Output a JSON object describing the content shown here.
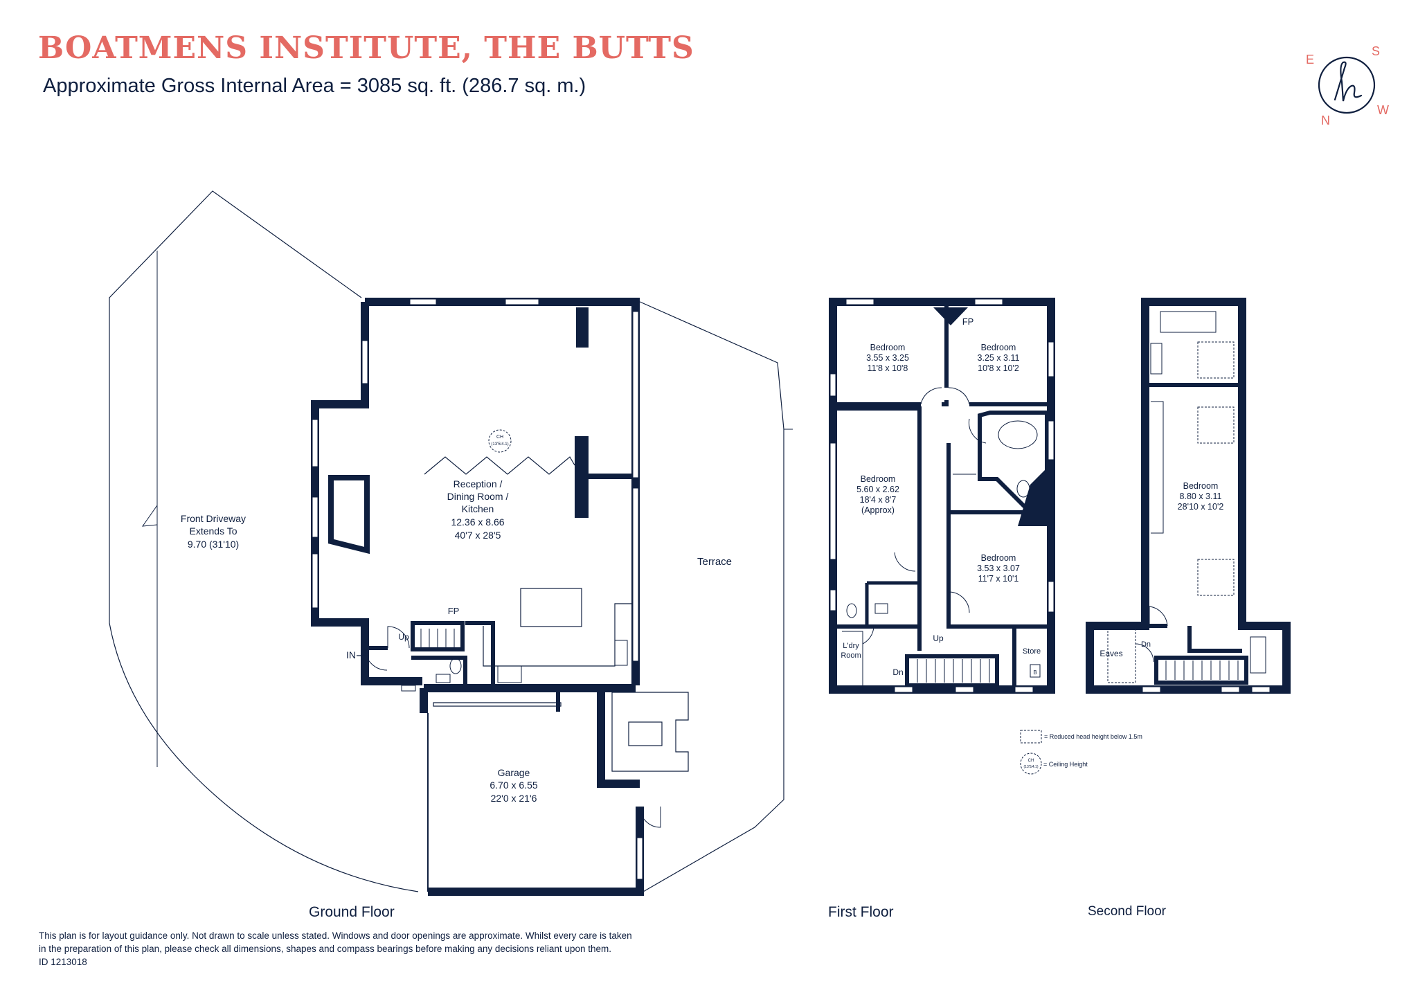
{
  "header": {
    "title": "BOATMENS INSTITUTE, THE BUTTS",
    "area": "Approximate Gross Internal Area  =  3085 sq. ft. (286.7 sq. m.)"
  },
  "compass": {
    "letters": [
      "E",
      "S",
      "N",
      "W"
    ],
    "logo": "h"
  },
  "colors": {
    "accent": "#e46a63",
    "wall": "#0f1f3f",
    "window": "#ffffff"
  },
  "floors": {
    "ground": "Ground Floor",
    "first": "First Floor",
    "second": "Second Floor"
  },
  "ground": {
    "reception": [
      "Reception /",
      "Dining Room /",
      "Kitchen",
      "12.36 x 8.66",
      "40'7 x 28'5"
    ],
    "driveway": [
      "Front Driveway",
      "Extends To",
      "9.70 (31'10)"
    ],
    "garage": [
      "Garage",
      "6.70 x 6.55",
      "22'0 x 21'6"
    ],
    "terrace": "Terrace",
    "fp": "FP",
    "up": "Up",
    "in": "IN",
    "ch": [
      "CH",
      "(13'5/4.1)"
    ]
  },
  "first": {
    "bed1": [
      "Bedroom",
      "3.55 x 3.25",
      "11'8 x 10'8"
    ],
    "bed2": [
      "Bedroom",
      "3.25 x 3.11",
      "10'8 x 10'2"
    ],
    "bed3": [
      "Bedroom",
      "5.60 x 2.62",
      "18'4 x 8'7",
      "(Approx)"
    ],
    "bed4": [
      "Bedroom",
      "3.53 x 3.07",
      "11'7 x 10'1"
    ],
    "fp": "FP",
    "laundry": [
      "L'dry",
      "Room"
    ],
    "up": "Up",
    "dn": "Dn",
    "store": "Store",
    "boiler": "B"
  },
  "second": {
    "bed": [
      "Bedroom",
      "8.80 x 3.11",
      "28'10 x 10'2"
    ],
    "eaves": "Eaves",
    "dn": "Dn"
  },
  "legend": {
    "reduced": "= Reduced head height below 1.5m",
    "ceiling": "= Ceiling Height",
    "ch": [
      "CH",
      "(13'5/4.1)"
    ]
  },
  "disclaimer": [
    "This plan is for layout guidance only. Not drawn to scale unless stated. Windows and door openings are approximate. Whilst every care is taken",
    "in the preparation of this plan, please check all dimensions, shapes and compass bearings before making any decisions reliant upon them.",
    "ID 1213018"
  ]
}
